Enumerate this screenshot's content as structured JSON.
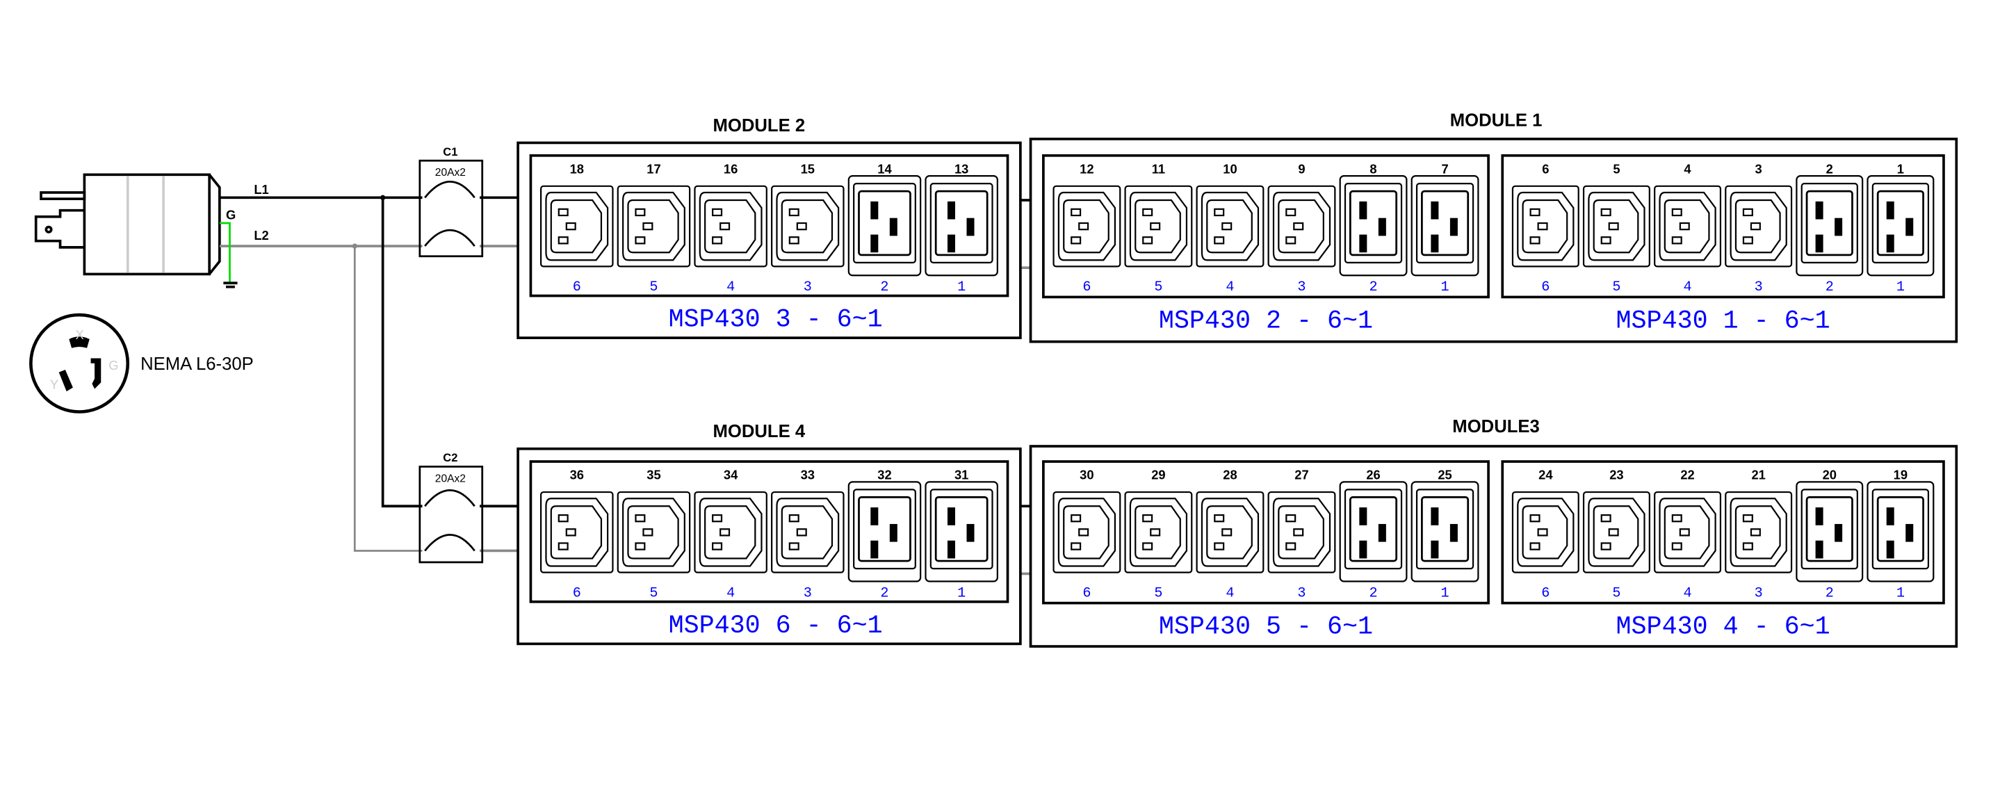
{
  "plug": {
    "l1": "L1",
    "l2": "L2",
    "g": "G",
    "nema_label": "NEMA L6-30P",
    "pin_x": "X",
    "pin_y": "Y",
    "pin_g": "G"
  },
  "breakers": [
    {
      "label": "C1",
      "rating": "20Ax2"
    },
    {
      "label": "C2",
      "rating": "20Ax2"
    }
  ],
  "modules": [
    {
      "title": "MODULE 2",
      "panels": [
        {
          "label": "MSP430 3 - 6~1",
          "outlets": [
            "18",
            "17",
            "16",
            "15",
            "14",
            "13"
          ]
        }
      ]
    },
    {
      "title": "MODULE 1",
      "panels": [
        {
          "label": "MSP430 2 - 6~1",
          "outlets": [
            "12",
            "11",
            "10",
            "9",
            "8",
            "7"
          ]
        },
        {
          "label": "MSP430 1 - 6~1",
          "outlets": [
            "6",
            "5",
            "4",
            "3",
            "2",
            "1"
          ]
        }
      ]
    },
    {
      "title": "MODULE 4",
      "panels": [
        {
          "label": "MSP430 6 - 6~1",
          "outlets": [
            "36",
            "35",
            "34",
            "33",
            "32",
            "31"
          ]
        }
      ]
    },
    {
      "title": "MODULE3",
      "panels": [
        {
          "label": "MSP430 5 - 6~1",
          "outlets": [
            "30",
            "29",
            "28",
            "27",
            "26",
            "25"
          ]
        },
        {
          "label": "MSP430 4 - 6~1",
          "outlets": [
            "24",
            "23",
            "22",
            "21",
            "20",
            "19"
          ]
        }
      ]
    }
  ],
  "channel_numbers": [
    "6",
    "5",
    "4",
    "3",
    "2",
    "1"
  ],
  "colors": {
    "line": "#000000",
    "l2": "#888888",
    "ground": "#00dd00",
    "label": "#0000ff"
  }
}
